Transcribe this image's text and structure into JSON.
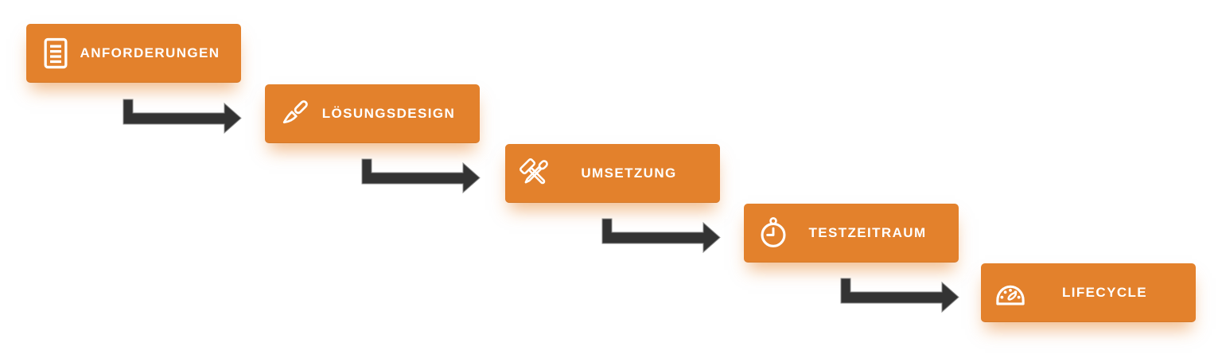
{
  "diagram": {
    "type": "process-flow",
    "steps": [
      {
        "label": "ANFORDERUNGEN",
        "icon": "document-lines-icon"
      },
      {
        "label": "LÖSUNGSDESIGN",
        "icon": "paintbrush-icon"
      },
      {
        "label": "UMSETZUNG",
        "icon": "crossed-tools-icon"
      },
      {
        "label": "TESTZEITRAUM",
        "icon": "stopwatch-icon"
      },
      {
        "label": "LIFECYCLE",
        "icon": "gauge-icon"
      }
    ],
    "connectors": {
      "count": 4,
      "style": "elbow-arrow-down-then-right"
    },
    "colors": {
      "step_background": "#E3812C",
      "step_text": "#FFFFFF",
      "arrow_fill": "#333333",
      "arrow_outline": "#8A8A8A",
      "glow_shadow": "rgba(230,126,34,0.5)",
      "page_background": "#FFFFFF"
    }
  }
}
